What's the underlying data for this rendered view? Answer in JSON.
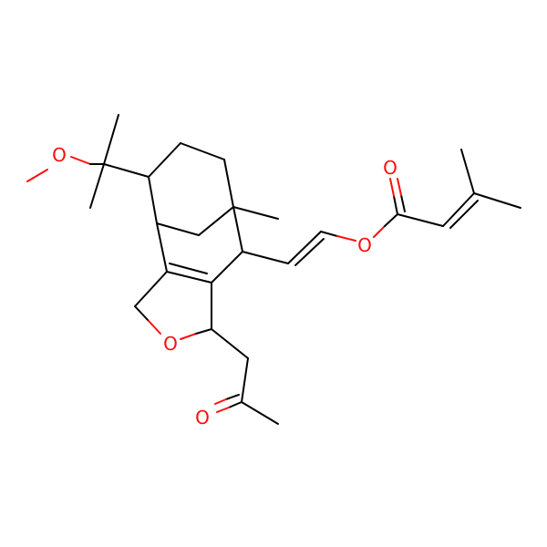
{
  "colors": {
    "background": "#ffffff",
    "carbon_bond": "#000000",
    "oxygen": "#ff0d0d"
  },
  "atoms": [
    {
      "element": "O",
      "label": "O"
    },
    {
      "element": "O",
      "label": "O"
    },
    {
      "element": "O",
      "label": "O"
    },
    {
      "element": "O",
      "label": "O"
    },
    {
      "element": "O",
      "label": "O"
    }
  ]
}
